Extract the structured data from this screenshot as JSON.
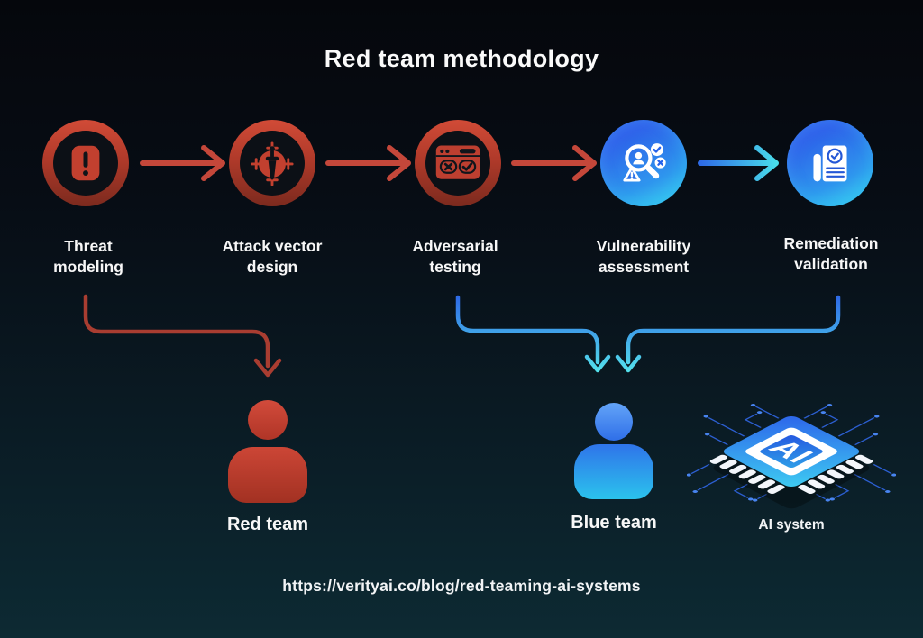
{
  "title": "Red team methodology",
  "steps": [
    {
      "line1": "Threat",
      "line2": "modeling",
      "icon": "alert-icon",
      "theme": "red"
    },
    {
      "line1": "Attack vector",
      "line2": "design",
      "icon": "crosshair-dagger-icon",
      "theme": "red"
    },
    {
      "line1": "Adversarial",
      "line2": "testing",
      "icon": "browser-test-icon",
      "theme": "red"
    },
    {
      "line1": "Vulnerability",
      "line2": "assessment",
      "icon": "audit-magnifier-icon",
      "theme": "blue"
    },
    {
      "line1": "Remediation",
      "line2": "validation",
      "icon": "document-check-icon",
      "theme": "blue"
    }
  ],
  "teams": {
    "red": {
      "label": "Red team"
    },
    "blue": {
      "label": "Blue team"
    }
  },
  "ai_system": {
    "label": "AI system",
    "chip_text": "AI"
  },
  "footer": {
    "url": "https://verityai.co/blog/red-teaming-ai-systems"
  },
  "colors": {
    "red_arrow": "#c4473a",
    "red_connector": "#a93d31",
    "blue": "#2e6be6",
    "cyan": "#4fdfec",
    "background_top": "#05070c",
    "background_bottom": "#0d2a33"
  }
}
